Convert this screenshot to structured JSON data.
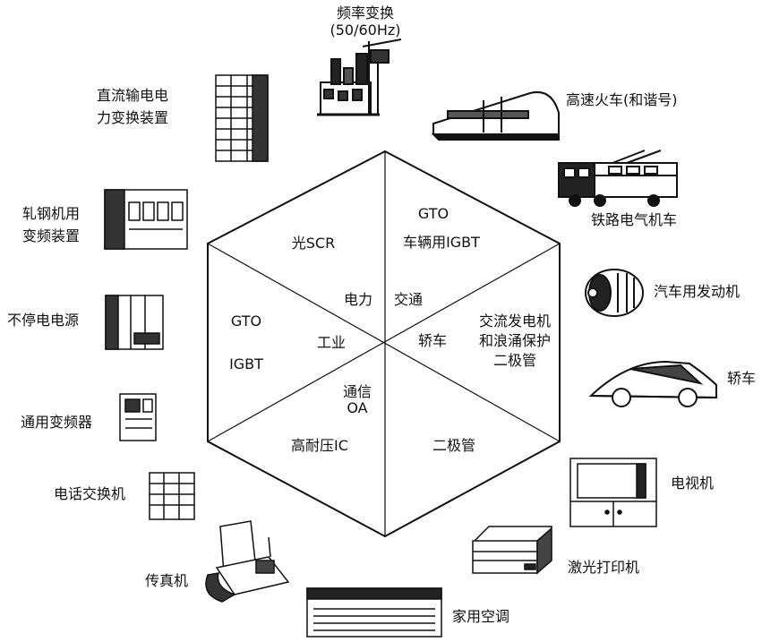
{
  "hexagon": {
    "sectors": {
      "power": {
        "center": "电力",
        "devices": [
          "光SCR"
        ]
      },
      "transport": {
        "center": "交通",
        "devices": [
          "GTO",
          "车辆用IGBT"
        ]
      },
      "car": {
        "center": "轿车",
        "devices": [
          "交流发电机",
          "和浪涌保护",
          "二极管"
        ]
      },
      "telecom": {
        "center": "通信",
        "center2": "OA",
        "devices": [
          "二极管"
        ]
      },
      "hv": {
        "devices": [
          "高耐压IC"
        ]
      },
      "industry": {
        "center": "工业",
        "devices": [
          "GTO",
          "IGBT"
        ]
      }
    }
  },
  "applications": {
    "freq_convert": {
      "line1": "频率变换",
      "line2": "(50/60Hz)"
    },
    "dc_transmission": {
      "line1": "直流输电电",
      "line2": "力变换装置"
    },
    "high_speed_train": "高速火车(和谐号)",
    "electric_locomotive": "铁路电气机车",
    "rolling_mill": {
      "line1": "轧钢机用",
      "line2": "变频装置"
    },
    "car_engine": "汽车用发动机",
    "ups": "不停电电源",
    "car": "轿车",
    "general_inverter": "通用变频器",
    "tv": "电视机",
    "telephone_exchange": "电话交换机",
    "laser_printer": "激光打印机",
    "fax": "传真机",
    "air_conditioner": "家用空调"
  }
}
